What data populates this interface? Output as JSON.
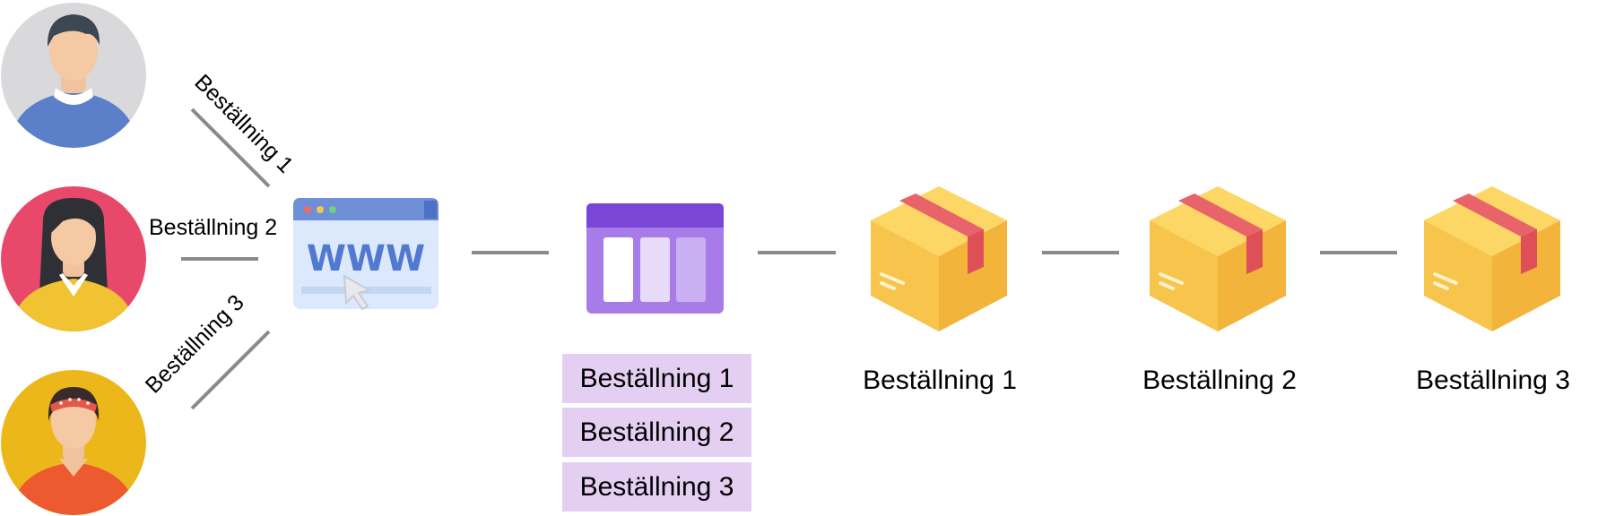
{
  "orders": {
    "order_1": "Beställning 1",
    "order_2": "Beställning 2",
    "order_3": "Beställning 3"
  },
  "queue": [
    "Beställning 1",
    "Beställning 2",
    "Beställning 3"
  ],
  "packages": [
    "Beställning 1",
    "Beställning 2",
    "Beställning 3"
  ],
  "icons": {
    "customer_1": "man-avatar-icon",
    "customer_2": "woman-avatar-icon",
    "customer_3": "woman-headband-avatar-icon",
    "website": "www-browser-icon",
    "queue": "queue-board-icon",
    "package": "cardboard-box-icon"
  },
  "colors": {
    "connector": "#8a8a8a",
    "queue_cell": "#e4cff2",
    "queue_header": "#7b45d8",
    "box": "#f7c44c",
    "box_tape": "#e8646a",
    "browser_header": "#6e8fd6"
  }
}
